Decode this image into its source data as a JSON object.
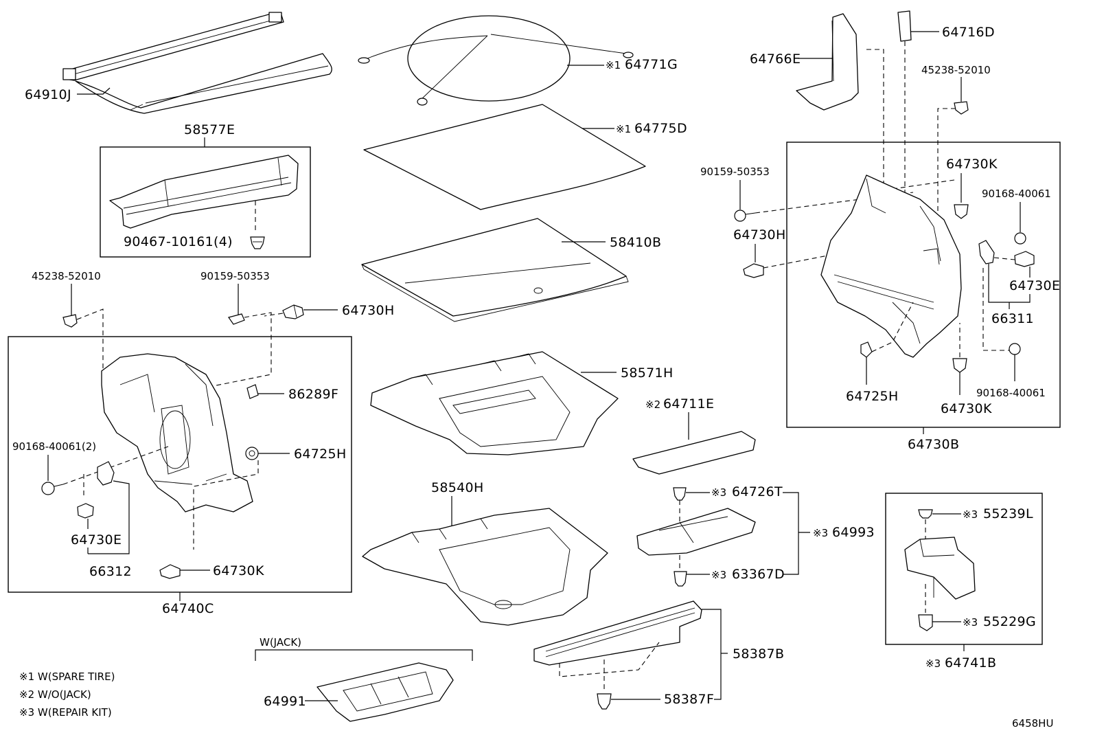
{
  "labels": {
    "p64910J": "64910J",
    "p58577E": "58577E",
    "p90467": "90467-10161(4)",
    "p45238_a": "45238-52010",
    "p90159_a": "90159-50353",
    "p64730H_a": "64730H",
    "p86289F": "86289F",
    "p90168_a": "90168-40061(2)",
    "p64725H_a": "64725H",
    "p64730E_a": "64730E",
    "p66312": "66312",
    "p64730K_a": "64730K",
    "p64740C": "64740C",
    "p64771G": "64771G",
    "p64775D": "64775D",
    "p58410B": "58410B",
    "p58571H": "58571H",
    "p58540H": "58540H",
    "p64711E": "64711E",
    "p64726T": "64726T",
    "p64993": "64993",
    "p63367D": "63367D",
    "p58387B": "58387B",
    "p58387F": "58387F",
    "p64991": "64991",
    "wjack": "W(JACK)",
    "p64766E": "64766E",
    "p64716D": "64716D",
    "p45238_b": "45238-52010",
    "p90159_b": "90159-50353",
    "p64730K_b": "64730K",
    "p90168_b": "90168-40061",
    "p64730H_b": "64730H",
    "p64730E_b": "64730E",
    "p66311": "66311",
    "p64725H_b": "64725H",
    "p64730K_c": "64730K",
    "p90168_c": "90168-40061",
    "p64730B": "64730B",
    "p55239L": "55239L",
    "p55229G": "55229G",
    "p64741B": "64741B"
  },
  "marks": {
    "m1": "※1",
    "m2": "※2",
    "m3": "※3"
  },
  "notes": [
    "※1 W(SPARE TIRE)",
    "※2 W/O(JACK)",
    "※3 W(REPAIR KIT)"
  ],
  "figure_code": "6458HU"
}
